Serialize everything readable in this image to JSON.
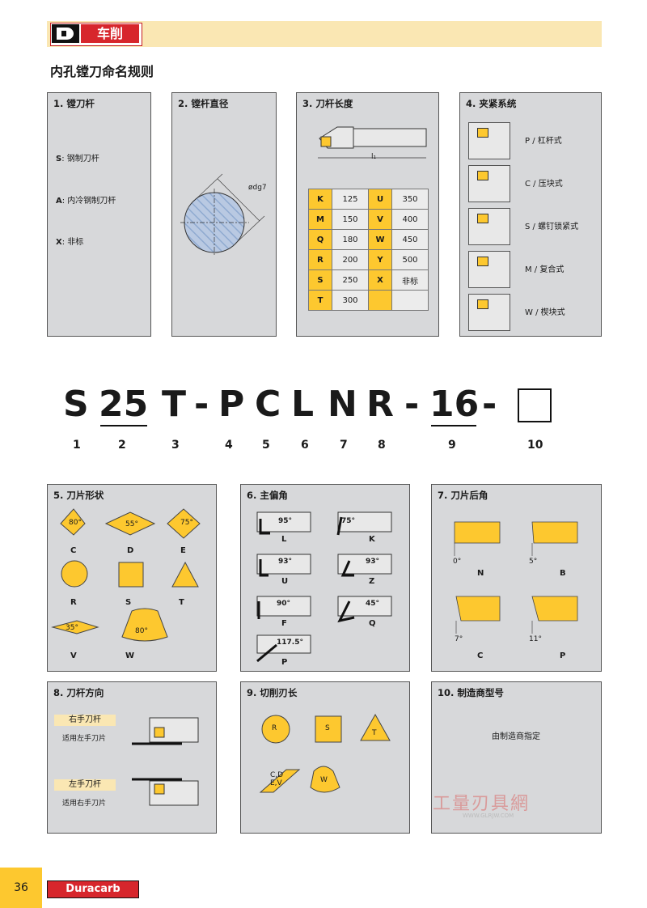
{
  "header": {
    "section": "车削",
    "title": "内孔镗刀命名规则"
  },
  "panels": {
    "p1": {
      "title": "1. 镗刀杆",
      "items": [
        {
          "key": "S",
          "text": ": 钢制刀杆"
        },
        {
          "key": "A",
          "text": ": 内冷钢制刀杆"
        },
        {
          "key": "X",
          "text": ": 非标"
        }
      ]
    },
    "p2": {
      "title": "2. 镗杆直径",
      "dim": "ødg7"
    },
    "p3": {
      "title": "3. 刀杆长度",
      "dim": "l₁",
      "rows": [
        [
          "K",
          "125",
          "U",
          "350"
        ],
        [
          "M",
          "150",
          "V",
          "400"
        ],
        [
          "Q",
          "180",
          "W",
          "450"
        ],
        [
          "R",
          "200",
          "Y",
          "500"
        ],
        [
          "S",
          "250",
          "X",
          "非标"
        ],
        [
          "T",
          "300",
          "",
          ""
        ]
      ]
    },
    "p4": {
      "title": "4. 夹紧系统",
      "items": [
        "P / 杠杆式",
        "C / 压块式",
        "S / 螺钉锁紧式",
        "M / 复合式",
        "W / 楔块式"
      ]
    },
    "p5": {
      "title": "5. 刀片形状",
      "shapes": [
        {
          "letter": "C",
          "angle": "80°"
        },
        {
          "letter": "D",
          "angle": "55°"
        },
        {
          "letter": "E",
          "angle": "75°"
        },
        {
          "letter": "R",
          "angle": ""
        },
        {
          "letter": "S",
          "angle": ""
        },
        {
          "letter": "T",
          "angle": ""
        },
        {
          "letter": "V",
          "angle": "35°"
        },
        {
          "letter": "W",
          "angle": "80°"
        }
      ]
    },
    "p6": {
      "title": "6. 主偏角",
      "items": [
        {
          "letter": "L",
          "angle": "95°"
        },
        {
          "letter": "K",
          "angle": "75°"
        },
        {
          "letter": "U",
          "angle": "93°"
        },
        {
          "letter": "Z",
          "angle": "93°"
        },
        {
          "letter": "F",
          "angle": "90°"
        },
        {
          "letter": "Q",
          "angle": "45°"
        },
        {
          "letter": "P",
          "angle": "117.5°"
        }
      ]
    },
    "p7": {
      "title": "7. 刀片后角",
      "items": [
        {
          "letter": "N",
          "angle": "0°"
        },
        {
          "letter": "B",
          "angle": "5°"
        },
        {
          "letter": "C",
          "angle": "7°"
        },
        {
          "letter": "P",
          "angle": "11°"
        }
      ]
    },
    "p8": {
      "title": "8. 刀杆方向",
      "items": [
        {
          "label": "右手刀杆",
          "sub": "适用左手刀片"
        },
        {
          "label": "左手刀杆",
          "sub": "适用右手刀片"
        }
      ]
    },
    "p9": {
      "title": "9. 切削刃长",
      "items": [
        "R",
        "S",
        "T",
        "C,D\nE,V",
        "W"
      ]
    },
    "p10": {
      "title": "10. 制造商型号",
      "text": "由制造商指定"
    }
  },
  "code": {
    "chars": [
      "S",
      "25",
      "T",
      "-",
      "P",
      "C",
      "L",
      "N",
      "R",
      "-",
      "16",
      "-"
    ],
    "numbers": [
      "1",
      "2",
      "3",
      "4",
      "5",
      "6",
      "7",
      "8",
      "9",
      "10"
    ]
  },
  "footer": {
    "page": "36",
    "brand": "Duracarb"
  },
  "watermark": {
    "text": "工量刃具網",
    "url": "WWW.GLRJW.COM"
  },
  "colors": {
    "accent": "#fdc82f",
    "band": "#fae7b3",
    "red": "#d7262c",
    "panel": "#d7d8da"
  }
}
